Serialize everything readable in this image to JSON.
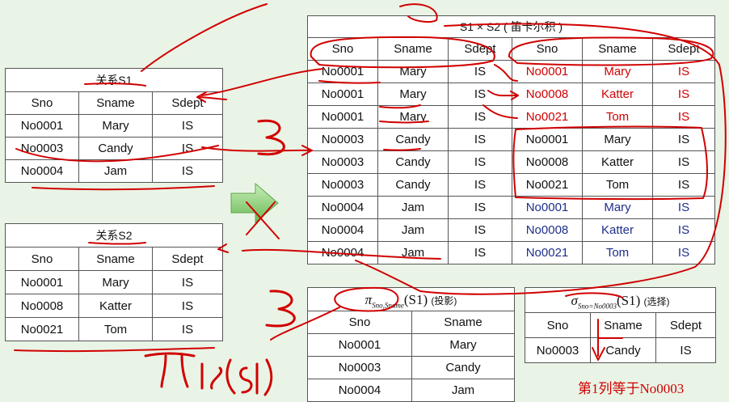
{
  "s1": {
    "title": "关系S1",
    "headers": [
      "Sno",
      "Sname",
      "Sdept"
    ],
    "rows": [
      [
        "No0001",
        "Mary",
        "IS"
      ],
      [
        "No0003",
        "Candy",
        "IS"
      ],
      [
        "No0004",
        "Jam",
        "IS"
      ]
    ]
  },
  "s2": {
    "title": "关系S2",
    "headers": [
      "Sno",
      "Sname",
      "Sdept"
    ],
    "rows": [
      [
        "No0001",
        "Mary",
        "IS"
      ],
      [
        "No0008",
        "Katter",
        "IS"
      ],
      [
        "No0021",
        "Tom",
        "IS"
      ]
    ]
  },
  "product": {
    "title": "S1 × S2 ( 笛卡尔积 )",
    "headers": [
      "Sno",
      "Sname",
      "Sdept",
      "Sno",
      "Sname",
      "Sdept"
    ],
    "rows": [
      [
        "No0001",
        "Mary",
        "IS",
        "No0001",
        "Mary",
        "IS"
      ],
      [
        "No0001",
        "Mary",
        "IS",
        "No0008",
        "Katter",
        "IS"
      ],
      [
        "No0001",
        "Mary",
        "IS",
        "No0021",
        "Tom",
        "IS"
      ],
      [
        "No0003",
        "Candy",
        "IS",
        "No0001",
        "Mary",
        "IS"
      ],
      [
        "No0003",
        "Candy",
        "IS",
        "No0008",
        "Katter",
        "IS"
      ],
      [
        "No0003",
        "Candy",
        "IS",
        "No0021",
        "Tom",
        "IS"
      ],
      [
        "No0004",
        "Jam",
        "IS",
        "No0001",
        "Mary",
        "IS"
      ],
      [
        "No0004",
        "Jam",
        "IS",
        "No0008",
        "Katter",
        "IS"
      ],
      [
        "No0004",
        "Jam",
        "IS",
        "No0021",
        "Tom",
        "IS"
      ]
    ]
  },
  "projection": {
    "pi": "π",
    "subscript": "Sno,Sname",
    "arg": "(S1)",
    "label": "(投影)",
    "headers": [
      "Sno",
      "Sname"
    ],
    "rows": [
      [
        "No0001",
        "Mary"
      ],
      [
        "No0003",
        "Candy"
      ],
      [
        "No0004",
        "Jam"
      ]
    ]
  },
  "selection": {
    "sigma": "σ",
    "subscript": "Sno=No0003",
    "arg": "(S1)",
    "label": "(选择)",
    "headers": [
      "Sno",
      "Sname",
      "Sdept"
    ],
    "rows": [
      [
        "No0003",
        "Candy",
        "IS"
      ]
    ]
  },
  "annotations": {
    "three_top": "3",
    "three_bottom": "3",
    "handwritten": "π1,2(S1)",
    "note": "第1列等于No0003"
  },
  "colors": {
    "red": "#d10000",
    "blue": "#1e2f8a",
    "arrow": "#8fd07a"
  }
}
